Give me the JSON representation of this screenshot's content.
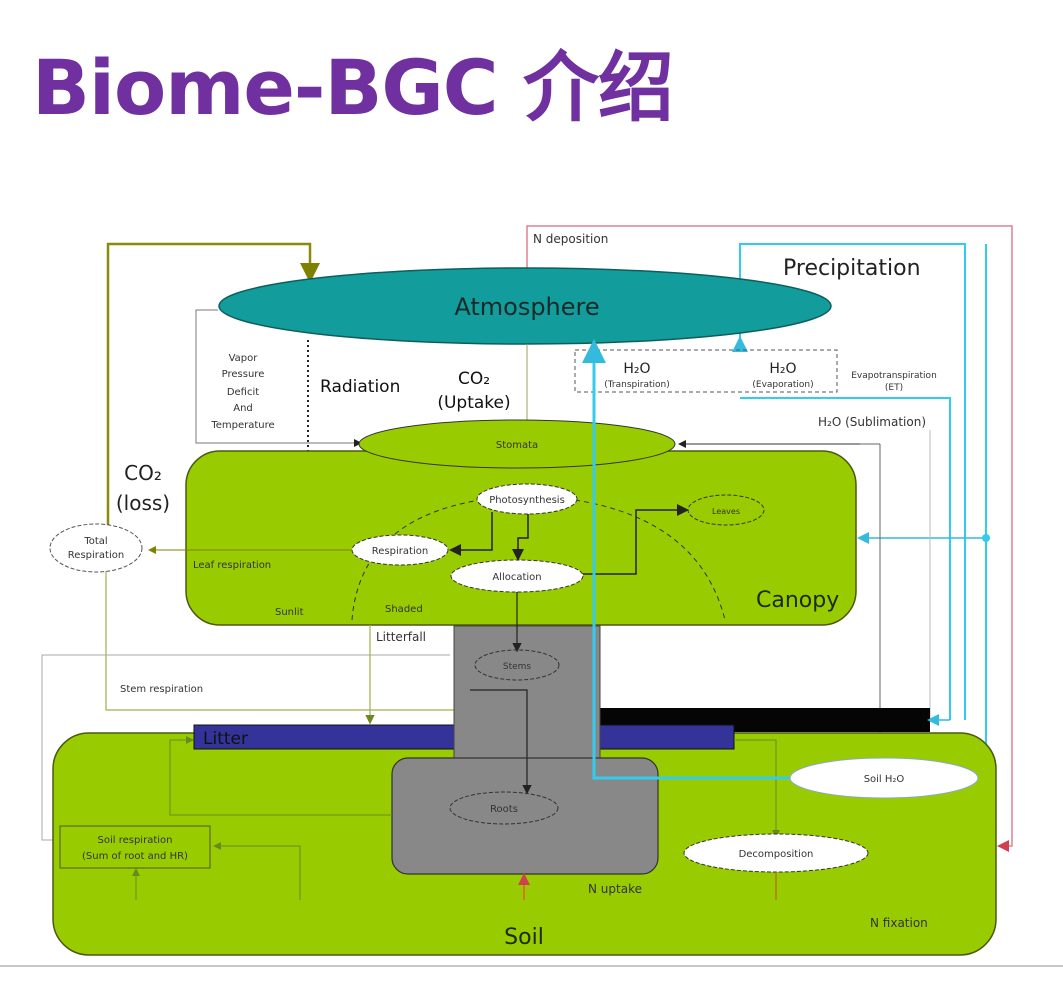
{
  "title": "Biome-BGC 介绍",
  "colors": {
    "title": "#7030a0",
    "atmosphere": "#129c9c",
    "canopy": "#99cc00",
    "soil": "#99cc00",
    "litter": "#333399",
    "stem": "#888888",
    "water_flow": "#33ccee",
    "n_deposition": "#e06070",
    "carbon_flow": "#808000"
  },
  "diagram": {
    "compartments": {
      "atmosphere": "Atmosphere",
      "canopy": "Canopy",
      "soil": "Soil",
      "litter": "Litter"
    },
    "nodes": {
      "stomata": "Stomata",
      "photosynthesis": "Photosynthesis",
      "respiration": "Respiration",
      "allocation": "Allocation",
      "leaves": "Leaves",
      "stems": "Stems",
      "roots": "Roots",
      "total_respiration": [
        "Total",
        "Respiration"
      ],
      "soil_h2o": "Soil H₂O",
      "decomposition": "Decomposition"
    },
    "labels": {
      "n_deposition": "N deposition",
      "precipitation": "Precipitation",
      "vpd": [
        "Vapor",
        "Pressure",
        "Deficit",
        "And",
        "Temperature"
      ],
      "radiation": "Radiation",
      "co2_uptake": [
        "CO₂",
        "(Uptake)"
      ],
      "co2_loss": [
        "CO₂",
        "(loss)"
      ],
      "h2o_transpiration": [
        "H₂O",
        "(Transpiration)"
      ],
      "h2o_evaporation": [
        "H₂O",
        "(Evaporation)"
      ],
      "evapotranspiration": [
        "Evapotranspiration",
        "(ET)"
      ],
      "h2o_sublimation": "H₂O (Sublimation)",
      "leaf_respiration": "Leaf respiration",
      "sunlit": "Sunlit",
      "shaded": "Shaded",
      "litterfall": "Litterfall",
      "stem_respiration": "Stem respiration",
      "soil_respiration": [
        "Soil respiration",
        "(Sum of root and HR)"
      ],
      "n_uptake": "N uptake",
      "n_fixation": "N fixation"
    }
  }
}
